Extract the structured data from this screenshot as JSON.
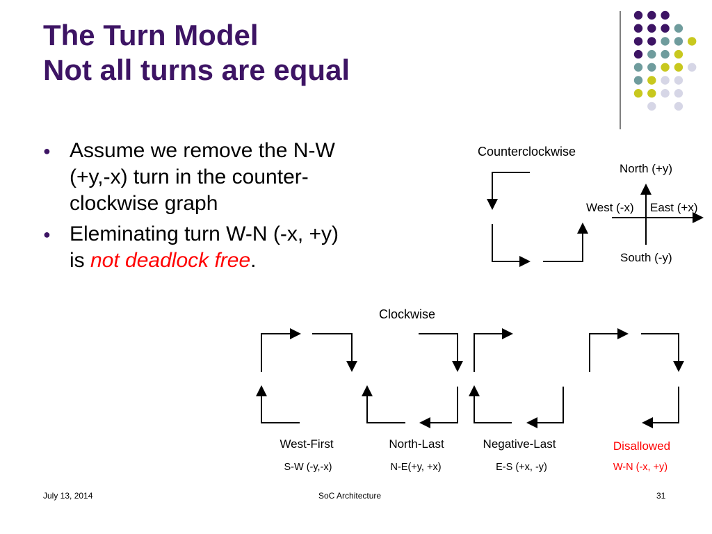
{
  "title": {
    "line1": "The Turn Model",
    "line2": "Not all turns are equal"
  },
  "bullets": [
    {
      "text": "Assume we remove the N-W (+y,-x) turn in the counter-clockwise graph"
    },
    {
      "text": "Eleminating turn W-N (-x, +y) is ",
      "emphasis": "not deadlock free",
      "tail": "."
    }
  ],
  "counterclockwise": {
    "label": "Counterclockwise"
  },
  "compass": {
    "north": "North (+y)",
    "south": "South (-y)",
    "west": "West (-x)",
    "east": "East (+x)"
  },
  "clockwise": {
    "label": "Clockwise"
  },
  "models": [
    {
      "name": "West-First",
      "turn": "S-W (-y,-x)"
    },
    {
      "name": "North-Last",
      "turn": "N-E(+y, +x)"
    },
    {
      "name": "Negative-Last",
      "turn": "E-S (+x, -y)"
    },
    {
      "name": "Disallowed",
      "turn": "W-N (-x, +y)"
    }
  ],
  "colors": {
    "title": "#3d1464",
    "purple": "#3d1464",
    "teal": "#6f9c9d",
    "olive": "#c8c81e",
    "lavender": "#d6d6e6",
    "disallowed": "#ff0000"
  },
  "footer": {
    "date": "July 13, 2014",
    "course": "SoC Architecture",
    "page": "31"
  }
}
